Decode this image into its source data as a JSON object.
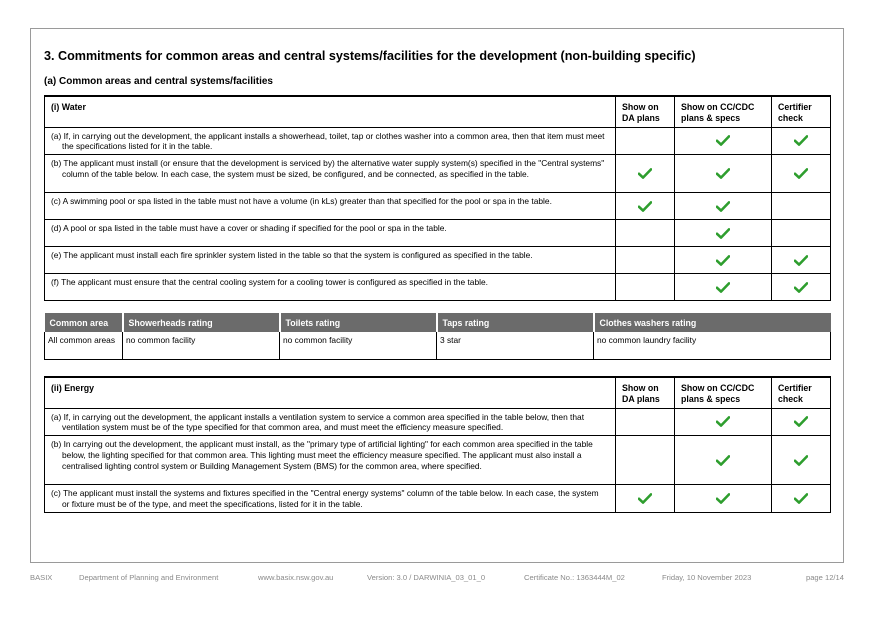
{
  "heading": "3. Commitments for common areas and central systems/facilities for the development (non-building specific)",
  "subheading": "(a) Common areas and central systems/facilities",
  "columns": {
    "show_da": "Show on DA plans",
    "show_cc": "Show on CC/CDC plans & specs",
    "certifier": "Certifier check"
  },
  "water": {
    "title": "(i) Water",
    "rows": [
      {
        "text": "(a) If, in carrying out the development, the applicant installs a showerhead, toilet, tap or clothes washer into a common area, then that item must meet the specifications listed for it in the table.",
        "da": false,
        "cc": true,
        "cert": true
      },
      {
        "text": "(b) The applicant must install (or ensure that the development is serviced by) the alternative water supply system(s) specified in the \"Central systems\" column of the table below. In each case, the system must be sized, be configured, and be connected, as specified in the table.",
        "da": true,
        "cc": true,
        "cert": true
      },
      {
        "text": "(c) A swimming pool or spa listed in the table must not have a volume (in kLs) greater than that specified for the pool or spa in the table.",
        "da": true,
        "cc": true,
        "cert": false
      },
      {
        "text": "(d) A pool or spa listed in the table must have a cover or shading if specified for the pool or spa in the table.",
        "da": false,
        "cc": true,
        "cert": false
      },
      {
        "text": "(e) The applicant must install each fire sprinkler system listed in the table so that the system is configured as specified in the table.",
        "da": false,
        "cc": true,
        "cert": true
      },
      {
        "text": "(f) The applicant must ensure that the central cooling system for a cooling tower is configured as specified in the table.",
        "da": false,
        "cc": true,
        "cert": true
      }
    ]
  },
  "areas_table": {
    "headers": [
      "Common area",
      "Showerheads rating",
      "Toilets rating",
      "Taps rating",
      "Clothes washers rating"
    ],
    "rows": [
      [
        "All common areas",
        "no common facility",
        "no common facility",
        "3 star",
        "no common laundry facility"
      ]
    ]
  },
  "energy": {
    "title": "(ii) Energy",
    "rows": [
      {
        "text": "(a) If, in carrying out the development, the applicant installs a ventilation system to service a common area specified in the table below, then that ventilation system must be of the type specified for that common area, and must meet the efficiency measure specified.",
        "da": false,
        "cc": true,
        "cert": true
      },
      {
        "text": "(b) In carrying out the development, the applicant must install, as the \"primary type of artificial lighting\" for each common area specified in the table below, the lighting specified for that common area. This lighting must meet the efficiency measure specified. The applicant must also install a centralised lighting control system or Building Management System (BMS) for the common area, where specified.",
        "da": false,
        "cc": true,
        "cert": true
      },
      {
        "text": "(c) The applicant must install the systems and fixtures specified in the \"Central energy systems\" column of the table below. In each case, the system or fixture must be of the type, and meet the specifications, listed for it in the table.",
        "da": true,
        "cc": true,
        "cert": true
      }
    ]
  },
  "tick_color": "#2e9e2e",
  "footer": {
    "basix": "BASIX",
    "department": "Department of Planning and Environment",
    "website": "www.basix.nsw.gov.au",
    "version": "Version: 3.0 / DARWINIA_03_01_0",
    "certificate": "Certificate No.: 1363444M_02",
    "date": "Friday, 10 November 2023",
    "page": "page 12/14"
  }
}
